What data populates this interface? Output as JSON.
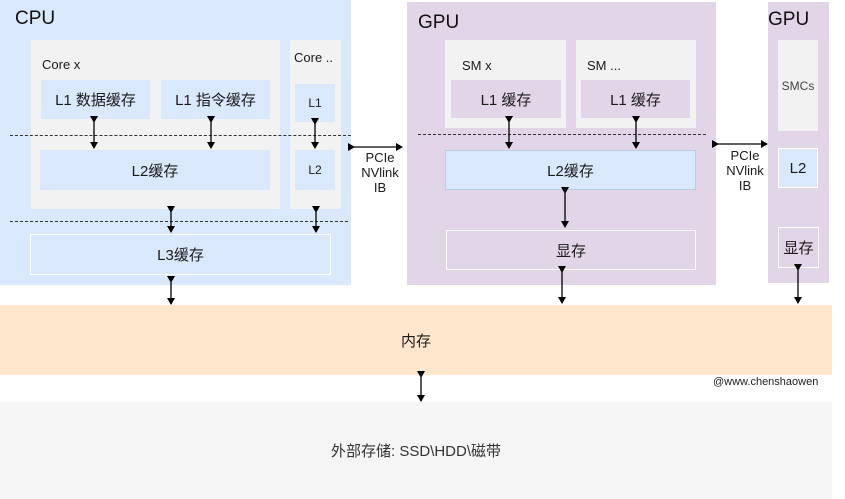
{
  "cpu": {
    "title": "CPU",
    "core_x": {
      "label": "Core x",
      "l1_data": "L1 数据缓存",
      "l1_instr": "L1 指令缓存",
      "l2": "L2缓存"
    },
    "core_more": {
      "label": "Core ..",
      "l1": "L1",
      "l2": "L2"
    },
    "l3": "L3缓存"
  },
  "gpu1": {
    "title": "GPU",
    "sm_x": {
      "label": "SM x",
      "l1": "L1 缓存"
    },
    "sm_more": {
      "label": "SM ...",
      "l1": "L1 缓存"
    },
    "l2": "L2缓存",
    "vram": "显存"
  },
  "gpu2": {
    "title": "GPU",
    "smcs": "SMCs",
    "l2": "L2",
    "vram": "显存"
  },
  "interconnect": [
    "PCIe",
    "NVlink",
    "IB"
  ],
  "memory": "内存",
  "external_storage": "外部存储: SSD\\HDD\\磁带",
  "watermark": "@www.chenshaowen",
  "colors": {
    "cpu_bg": "#dae8fc",
    "gpu_bg": "#e1d5e7",
    "memory_bg": "#ffe6cc",
    "storage_bg": "#f5f5f5",
    "core_bg": "#f2f2f2"
  }
}
